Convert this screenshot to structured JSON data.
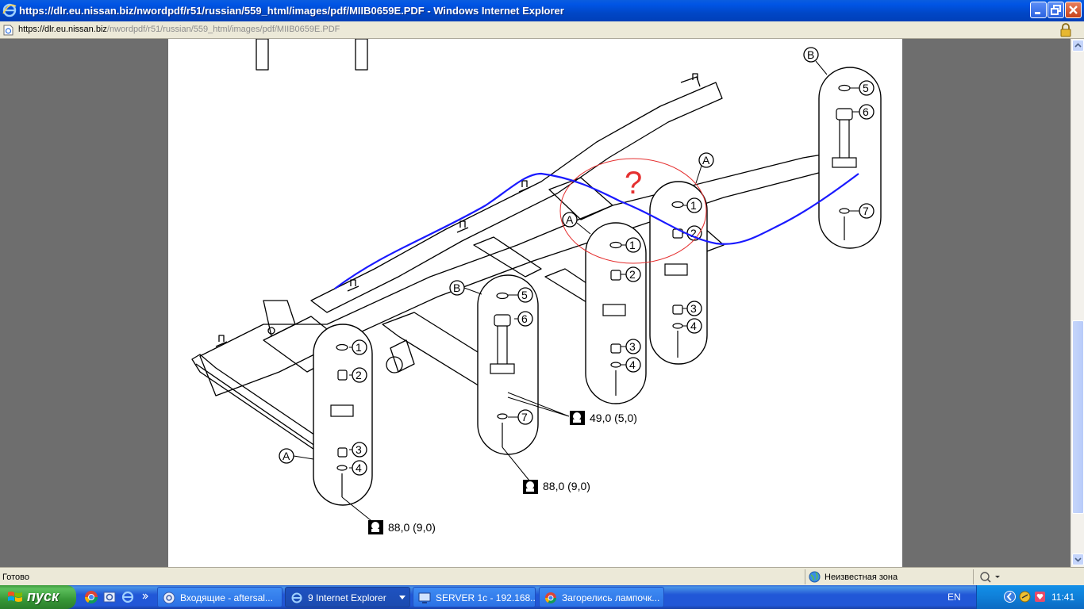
{
  "window": {
    "title": "https://dlr.eu.nissan.biz/nwordpdf/r51/russian/559_html/images/pdf/MIIB0659E.PDF - Windows Internet Explorer",
    "minimize_icon": "minimize-icon",
    "maximize_icon": "restore-icon",
    "close_icon": "close-icon"
  },
  "address": {
    "scheme": "https://",
    "host": "dlr.eu.nissan.biz",
    "path": "/nwordpdf/r51/russian/559_html/images/pdf/MIIB0659E.PDF"
  },
  "diagram": {
    "callouts": {
      "a": "A",
      "b": "B",
      "n1": "1",
      "n2": "2",
      "n3": "3",
      "n4": "4",
      "n5": "5",
      "n6": "6",
      "n7": "7"
    },
    "torque_1": "88,0 (9,0)",
    "torque_2": "88,0 (9,0)",
    "torque_3": "49,0 (5,0)",
    "question_mark": "?",
    "annotation_color": "#1a1aff",
    "circle_color": "#e53030"
  },
  "status": {
    "text": "Готово",
    "zone": "Неизвестная зона"
  },
  "taskbar": {
    "start_label": "пуск",
    "tasks": [
      {
        "label": "Входящие - aftersal...",
        "icon": "mail-icon"
      },
      {
        "label": "9 Internet Explorer",
        "icon": "ie-icon"
      },
      {
        "label": "SERVER 1c - 192.168...",
        "icon": "remote-desktop-icon"
      },
      {
        "label": "Загорелись лампочк...",
        "icon": "chrome-icon"
      }
    ],
    "language": "EN",
    "clock": "11:41"
  }
}
